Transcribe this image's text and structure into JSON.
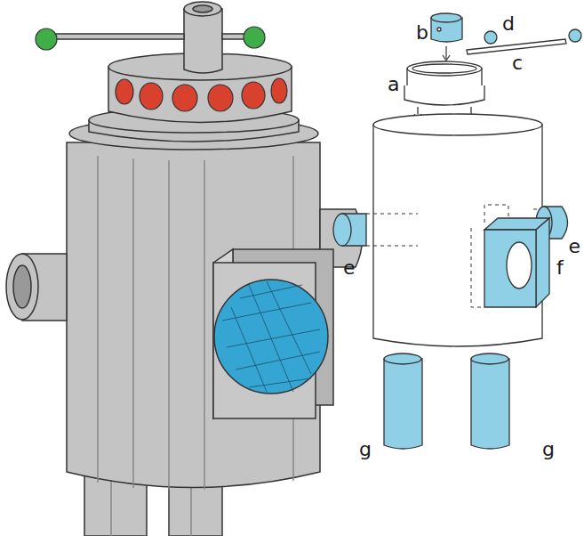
{
  "diagram": {
    "labels": [
      "b",
      "d",
      "c",
      "a",
      "e",
      "e",
      "f",
      "g",
      "g"
    ]
  }
}
